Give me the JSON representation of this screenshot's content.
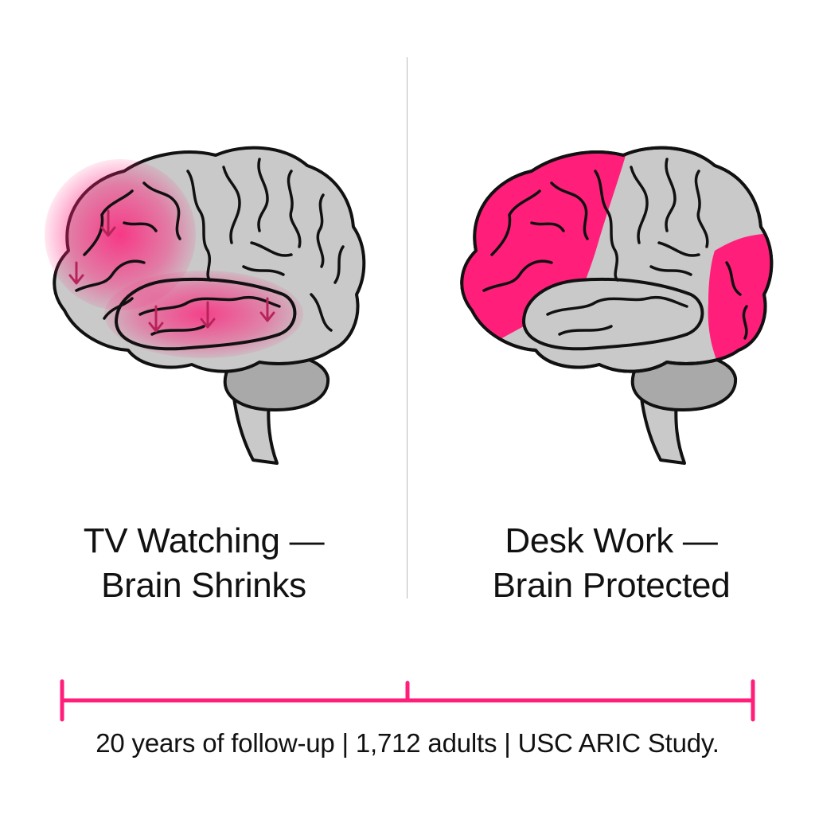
{
  "colors": {
    "accent": "#ff1f7a",
    "brain_fill": "#c9c9c9",
    "cerebellum_fill": "#a9a9a9",
    "outline": "#111111",
    "divider": "#b8b8b8"
  },
  "panels": [
    {
      "highlight_style": "faded-with-down-arrows",
      "caption_line1": "TV Watching —",
      "caption_line2": "Brain Shrinks"
    },
    {
      "highlight_style": "solid",
      "caption_line1": "Desk Work —",
      "caption_line2": "Brain Protected"
    }
  ],
  "footer": {
    "text": "20 years of follow-up | 1,712 adults | USC ARIC Study."
  }
}
